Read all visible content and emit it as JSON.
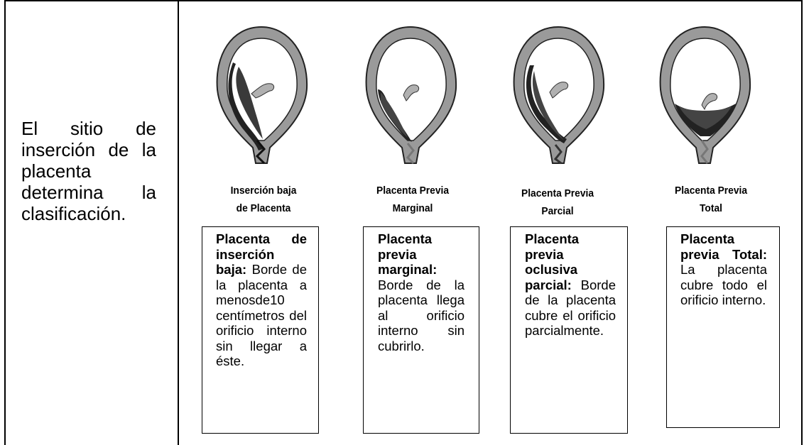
{
  "left_cell": {
    "text": "El sitio de inserción de la placenta determina la clasificación."
  },
  "types": [
    {
      "caption": "Inserción baja\nde Placenta",
      "term": "Placenta de inserción baja:",
      "description": "Borde de la placenta a menosde10 centímetros del orificio interno sin llegar a éste."
    },
    {
      "caption": "Placenta Previa\nMarginal",
      "term": "Placenta previa marginal:",
      "description": "Borde de la placenta llega al orificio interno sin cubrirlo."
    },
    {
      "caption": "Placenta Previa\nParcial",
      "term": "Placenta previa oclusiva parcial:",
      "description": "Borde de la placenta cubre el orificio parcialmente."
    },
    {
      "caption": "Placenta Previa\nTotal",
      "term": "Placenta previa Total:",
      "description": "La placenta cubre todo el orificio interno."
    }
  ]
}
